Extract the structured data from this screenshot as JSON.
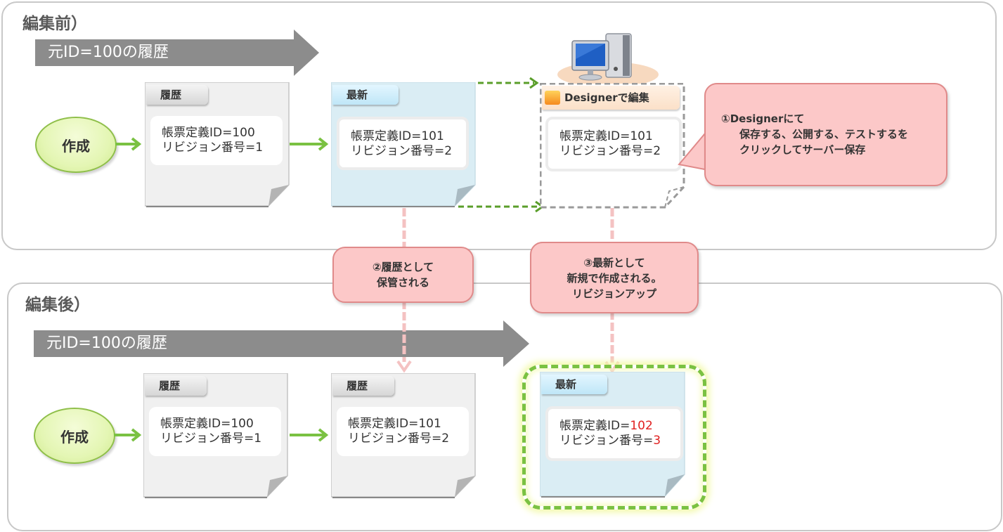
{
  "before": {
    "title": "編集前）",
    "timeline_label": "元ID=100の履歴",
    "start_label": "作成",
    "docs": [
      {
        "tag": "履歴",
        "line1_prefix": "帳票定義ID=",
        "line1_value": "100",
        "line2_prefix": "リビジョン番号=",
        "line2_value": "1",
        "style": "history"
      },
      {
        "tag": "最新",
        "line1_prefix": "帳票定義ID=",
        "line1_value": "101",
        "line2_prefix": "リビジョン番号=",
        "line2_value": "2",
        "style": "latest"
      }
    ],
    "designer_doc": {
      "tag": "Designerで編集",
      "line1_prefix": "帳票定義ID=",
      "line1_value": "101",
      "line2_prefix": "リビジョン番号=",
      "line2_value": "2"
    },
    "callout_1": {
      "line1": "①Designerにて",
      "line2": "保存する、公開する、テストするを",
      "line3": "クリックしてサーバー保存"
    }
  },
  "middle": {
    "callout_2": {
      "line1": "②履歴として",
      "line2": "保管される"
    },
    "callout_3": {
      "line1": "③最新として",
      "line2": "新規で作成される。",
      "line3": "リビジョンアップ"
    }
  },
  "after": {
    "title": "編集後）",
    "timeline_label": "元ID=100の履歴",
    "start_label": "作成",
    "docs": [
      {
        "tag": "履歴",
        "line1_prefix": "帳票定義ID=",
        "line1_value": "100",
        "line2_prefix": "リビジョン番号=",
        "line2_value": "1",
        "style": "history"
      },
      {
        "tag": "履歴",
        "line1_prefix": "帳票定義ID=",
        "line1_value": "101",
        "line2_prefix": "リビジョン番号=",
        "line2_value": "2",
        "style": "history"
      },
      {
        "tag": "最新",
        "line1_prefix": "帳票定義ID=",
        "line1_value": "102",
        "line2_prefix": "リビジョン番号=",
        "line2_value": "3",
        "style": "latest-new"
      }
    ]
  },
  "colors": {
    "flow_arrow": "#7ac142",
    "dashed_arrow": "#5a9e2a",
    "pink_connector": "#f4c2c2",
    "callout_fill": "#fcc8c8",
    "history_paper": "#f0f0f0",
    "latest_paper": "#daedf4",
    "changed_value": "#e02020",
    "highlight_border": "#7ac142"
  },
  "icons": {
    "computer": "computer-icon",
    "designer": "designer-app-icon"
  }
}
